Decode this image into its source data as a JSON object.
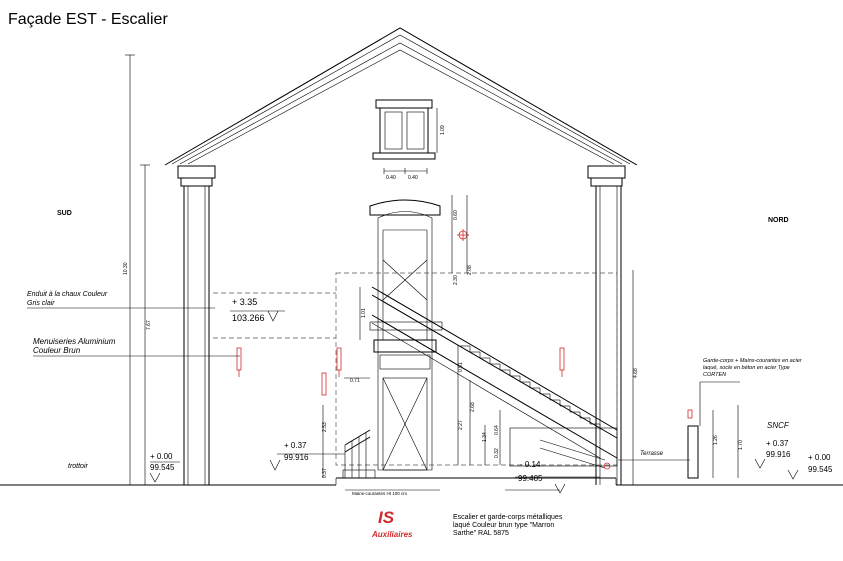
{
  "title": "Façade EST - Escalier",
  "labels": {
    "sud": "SUD",
    "nord": "NORD",
    "sncf": "SNCF",
    "trottoir": "trottoir",
    "terrasse": "Terrasse",
    "enduit": [
      "Enduit à la chaux Couleur",
      "Gris clair"
    ],
    "menuiseries": [
      "Menuiseries Aluminium",
      "Couleur Brun"
    ],
    "garde_corps_nord": [
      "Garde-corps + Mains-courantes en acier",
      "laqué, socle en béton en acier Type",
      "CORTEN"
    ],
    "escalier_note": [
      "Escalier et garde-corps métalliques",
      "laqué Couleur brun type \"Marron",
      "Sarthe\" RAL 5875"
    ],
    "main_courante": "Mains-courantes Ht 100 cm"
  },
  "levels": {
    "l1": {
      "rel": "+ 3.35",
      "abs": "103.266"
    },
    "l2": {
      "rel": "+ 0.00",
      "abs": "99.545"
    },
    "l3": {
      "rel": "+ 0.37",
      "abs": "99.916"
    },
    "l4": {
      "rel": "- 0.14",
      "abs": "99.405"
    },
    "l5": {
      "rel": "+ 0.37",
      "abs": "99.916"
    },
    "l6": {
      "rel": "+ 0.00",
      "abs": "99.545"
    }
  },
  "dims": {
    "d1": "10.30",
    "d2": "7.67",
    "d3": "1.09",
    "d4": "0.40",
    "d5": "0.40",
    "d6": "0.60",
    "d7": "2.30",
    "d8": "2.08",
    "d9": "1.01",
    "d10": "0.71",
    "d11": "0.91",
    "d12": "2.68",
    "d13": "2.27",
    "d14": "1.34",
    "d15": "0.64",
    "d16": "0.32",
    "d17": "2.53",
    "d18": "0.37",
    "d19": "4.68",
    "d20": "1.26",
    "d21": "1.70"
  },
  "logo": {
    "main": "IS",
    "sub": "Auxiliaires",
    "color": "#d12a2a"
  }
}
